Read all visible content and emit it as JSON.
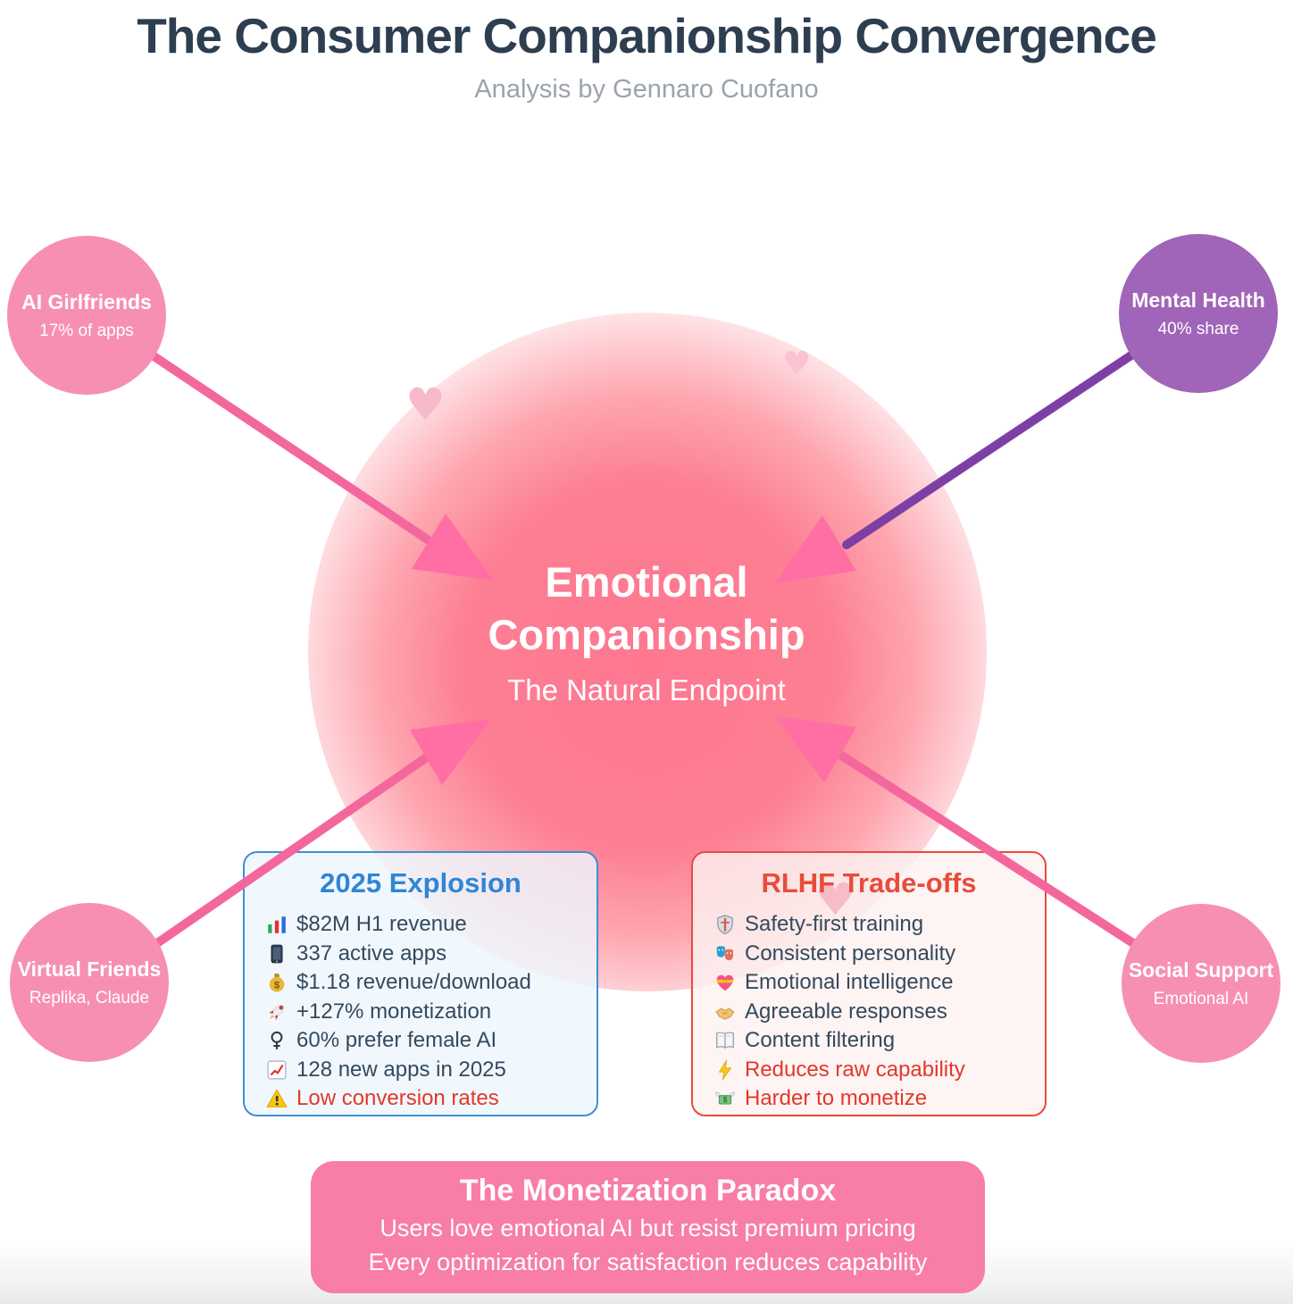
{
  "header": {
    "title": "The Consumer Companionship Convergence",
    "subtitle": "Analysis by Gennaro Cuofano"
  },
  "nodes": [
    {
      "id": "ai-girlfriends",
      "title": "AI Girlfriends",
      "subtitle": "17% of apps",
      "color": "#f78fb4"
    },
    {
      "id": "mental-health",
      "title": "Mental Health",
      "subtitle": "40% share",
      "color": "#a064b8"
    },
    {
      "id": "virtual-friends",
      "title": "Virtual Friends",
      "subtitle": "Replika, Claude",
      "color": "#f78fb4"
    },
    {
      "id": "social-support",
      "title": "Social Support",
      "subtitle": "Emotional AI",
      "color": "#f78fb4"
    }
  ],
  "center": {
    "title_line1": "Emotional",
    "title_line2": "Companionship",
    "subtitle": "The Natural Endpoint"
  },
  "cards": [
    {
      "title": "2025 Explosion",
      "accent": "#2e86d6",
      "items": [
        {
          "icon": "bar-chart-icon",
          "emoji": "📊",
          "text": "$82M H1 revenue",
          "warning": false
        },
        {
          "icon": "mobile-phone-icon",
          "emoji": "📱",
          "text": "337 active apps",
          "warning": false
        },
        {
          "icon": "money-bag-icon",
          "emoji": "💰",
          "text": "$1.18 revenue/download",
          "warning": false
        },
        {
          "icon": "rocket-icon",
          "emoji": "🚀",
          "text": "+127% monetization",
          "warning": false
        },
        {
          "icon": "female-sign-icon",
          "emoji": "♀",
          "text": "60% prefer female AI",
          "warning": false
        },
        {
          "icon": "chart-up-icon",
          "emoji": "📈",
          "text": "128 new apps in 2025",
          "warning": false
        },
        {
          "icon": "warning-icon",
          "emoji": "⚠️",
          "text": "Low conversion rates",
          "warning": true
        }
      ]
    },
    {
      "title": "RLHF Trade-offs",
      "accent": "#e74c3c",
      "items": [
        {
          "icon": "shield-icon",
          "emoji": "🛡️",
          "text": "Safety-first training",
          "warning": false
        },
        {
          "icon": "masks-icon",
          "emoji": "🎭",
          "text": "Consistent personality",
          "warning": false
        },
        {
          "icon": "heart-ribbon-icon",
          "emoji": "💝",
          "text": "Emotional intelligence",
          "warning": false
        },
        {
          "icon": "handshake-icon",
          "emoji": "🤝",
          "text": "Agreeable responses",
          "warning": false
        },
        {
          "icon": "book-icon",
          "emoji": "📖",
          "text": "Content filtering",
          "warning": false
        },
        {
          "icon": "lightning-icon",
          "emoji": "⚡",
          "text": "Reduces raw capability",
          "warning": true
        },
        {
          "icon": "money-wings-icon",
          "emoji": "💸",
          "text": "Harder to monetize",
          "warning": true
        }
      ]
    }
  ],
  "footer": {
    "title": "The Monetization Paradox",
    "line1": "Users love emotional AI but resist premium pricing",
    "line2": "Every optimization for satisfaction reduces capability"
  },
  "hearts": [
    "♥",
    "♥",
    "♥"
  ],
  "colors": {
    "title_dark": "#2d3e50",
    "subtitle_gray": "#9ba3ab",
    "node_pink": "#f78fb4",
    "node_purple": "#a064b8",
    "line_pink": "#f4679d",
    "line_purple": "#7d3fa5",
    "arrowhead_pink": "#ff6fa3",
    "glow_center": "#fd7790",
    "card_blue_accent": "#2e86d6",
    "card_red_accent": "#e74c3c",
    "warning_red": "#e2382a",
    "footer_pink": "#f87da7"
  }
}
